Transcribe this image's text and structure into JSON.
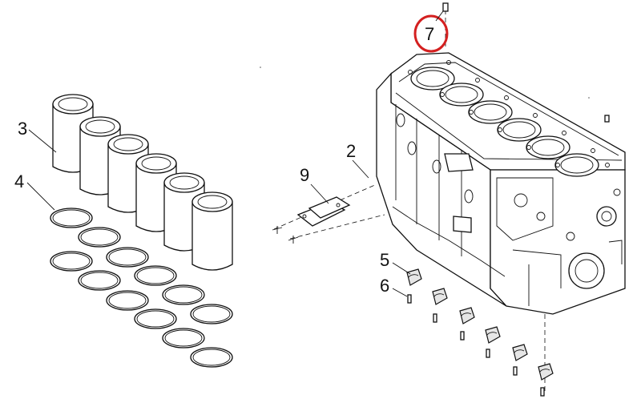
{
  "callouts": {
    "c2": "2",
    "c3": "3",
    "c4": "4",
    "c5": "5",
    "c6": "6",
    "c7": "7",
    "c9": "9"
  },
  "colors": {
    "line": "#111111",
    "highlight": "#d42020",
    "background": "#ffffff"
  }
}
